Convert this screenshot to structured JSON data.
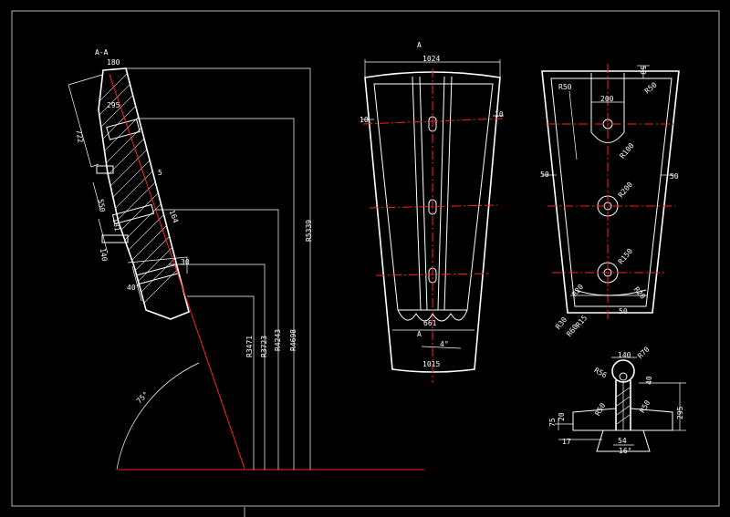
{
  "colors": {
    "background": "#000000",
    "line": "#ffffff",
    "centerline": "#ff2020"
  },
  "labels": {
    "section_mark_a1": "A-A",
    "d180": "180",
    "d295": "295",
    "d722": "722",
    "d5": "5",
    "d550": "550",
    "d181": "181",
    "d140": "140",
    "d30": "30",
    "d40": "40°",
    "d164": "164",
    "d75deg": "75°",
    "r3471": "R3471",
    "r3723": "R3723",
    "r4243": "R4243",
    "r4698": "R4698",
    "r5339": "R5339",
    "section_mark_a2": "A",
    "d1024": "1024",
    "d10a": "10",
    "d10b": "10",
    "d661": "661",
    "section_mark_a3": "A",
    "d4deg": "4°",
    "d1015": "1015",
    "d50top": "50",
    "r50a": "R50",
    "r50b": "R50",
    "d200": "200",
    "r100": "R100",
    "d50l": "50",
    "d50r": "50",
    "r200": "R200",
    "r150": "R150",
    "r20": "R20",
    "r30": "R30",
    "r60": "R60",
    "r15": "R15",
    "d50b": "50",
    "d140b": "140",
    "r70": "R70",
    "r56": "R56",
    "d40b": "40",
    "r50c": "R50",
    "r50d": "R50",
    "d295b": "295",
    "d75": "75",
    "d20": "20",
    "d17": "17",
    "d54": "54",
    "d16deg": "16°"
  }
}
